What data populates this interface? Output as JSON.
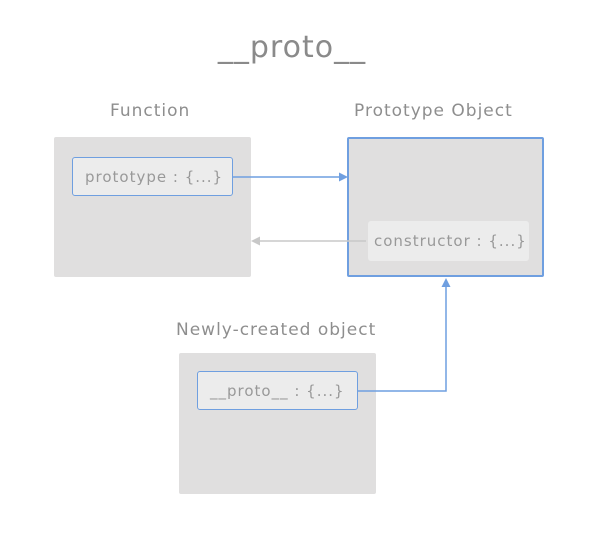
{
  "title": "__proto__",
  "function_box": {
    "label": "Function",
    "property": "prototype : {...}"
  },
  "prototype_box": {
    "label": "Prototype Object",
    "property": "constructor : {...}"
  },
  "new_object_box": {
    "label": "Newly-created object",
    "property": "__proto__ : {...}"
  },
  "colors": {
    "accent": "#6f9fe0",
    "box_fill": "#e0dfdf",
    "text": "#8e8e8e",
    "muted_arrow": "#c8c8c8"
  }
}
